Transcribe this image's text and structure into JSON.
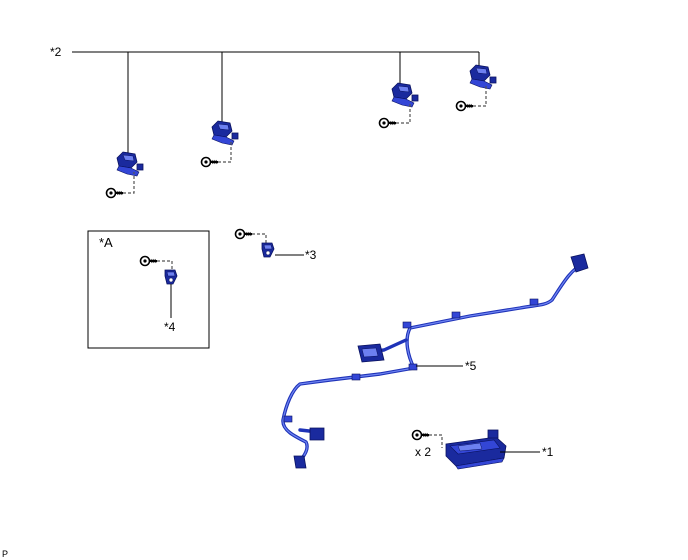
{
  "labels": {
    "callout_1": "*1",
    "callout_2": "*2",
    "callout_3": "*3",
    "callout_4": "*4",
    "callout_5": "*5",
    "inset_title": "*A",
    "quantity": "x 2",
    "corner_code": "P"
  },
  "colors": {
    "part_blue": "#1a2a9e",
    "leader_line": "#000000"
  },
  "icons": [
    "sensor-icon",
    "bolt-icon",
    "bracket-icon",
    "wire-harness-icon",
    "control-module-icon"
  ]
}
